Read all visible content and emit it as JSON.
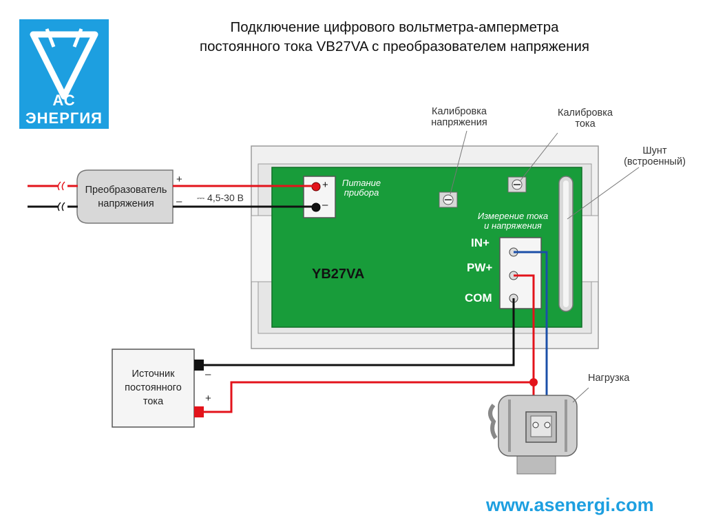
{
  "title": {
    "line1": "Подключение цифрового вольтметра-амперметра",
    "line2": "постоянного тока VB27VA с преобразователем напряжения"
  },
  "logo": {
    "text": "АС ЭНЕРГИЯ",
    "icon": "logo-triangle-icon"
  },
  "converter": {
    "line1": "Преобразователь",
    "line2": "напряжения",
    "plus": "+",
    "minus": "–"
  },
  "supply_voltage": "⎓ 4,5-30 В",
  "power_terminal": {
    "line1": "Питание",
    "line2": "прибора",
    "plus": "+",
    "minus": "–"
  },
  "voltage_calibration": {
    "line1": "Калибровка",
    "line2": "напряжения"
  },
  "current_calibration": {
    "line1": "Калибровка",
    "line2": "тока"
  },
  "shunt": {
    "line1": "Шунт",
    "line2": "(встроенный)"
  },
  "measurement": {
    "line1": "Измерение тока",
    "line2": "и напряжения"
  },
  "pins": {
    "in_plus": "IN+",
    "pw_plus": "PW+",
    "com": "COM"
  },
  "model": "YB27VA",
  "source": {
    "line1": "Источник",
    "line2": "постоянного",
    "line3": "тока",
    "minus": "–",
    "plus": "+"
  },
  "load": {
    "label": "Нагрузка"
  },
  "website": "www.asenergi.com",
  "colors": {
    "logo_blue": "#1d9fe0",
    "board_green": "#189c3a",
    "wire_red": "#e3131b",
    "wire_black": "#111111",
    "wire_blue": "#1b4fa8"
  }
}
